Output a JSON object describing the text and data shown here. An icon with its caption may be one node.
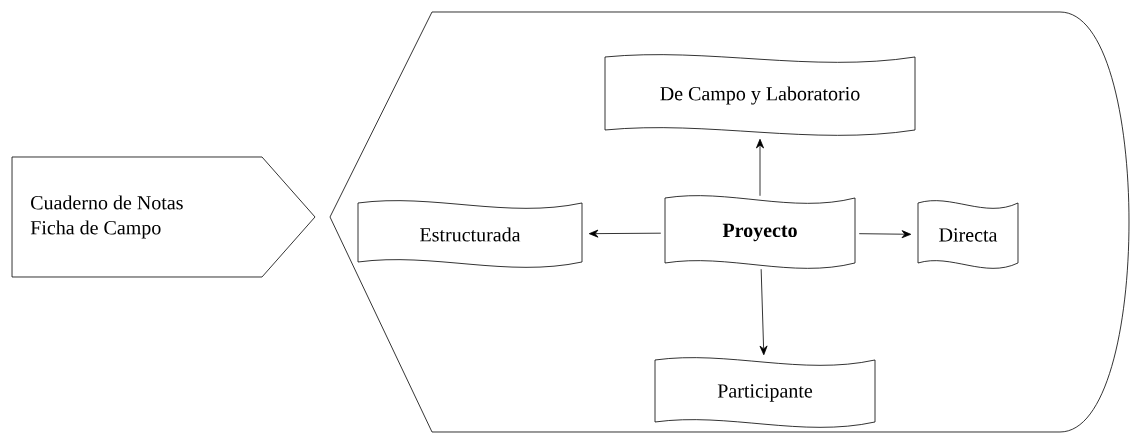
{
  "diagram": {
    "nodes": [
      {
        "text": [
          "Cuaderno de Notas",
          "Ficha de Campo"
        ]
      },
      {
        "text": [],
        "shape": "box"
      },
      {
        "text": [
          "De Campo y Laboratorio"
        ],
        "in": 1
      },
      {
        "text": [
          "Estructurada"
        ],
        "in": 1
      },
      {
        "text": [
          "Proyecto"
        ],
        "in": 1
      },
      {
        "text": [
          "Directa"
        ],
        "in": 1
      },
      {
        "text": [
          "Participante"
        ],
        "in": 1
      }
    ],
    "edges": [
      {
        "from": 4,
        "to": 2,
        "arrow": "to"
      },
      {
        "from": 4,
        "to": 3,
        "arrow": "to"
      },
      {
        "from": 4,
        "to": 5,
        "arrow": "to"
      },
      {
        "from": 4,
        "to": 6,
        "arrow": "to"
      }
    ]
  }
}
